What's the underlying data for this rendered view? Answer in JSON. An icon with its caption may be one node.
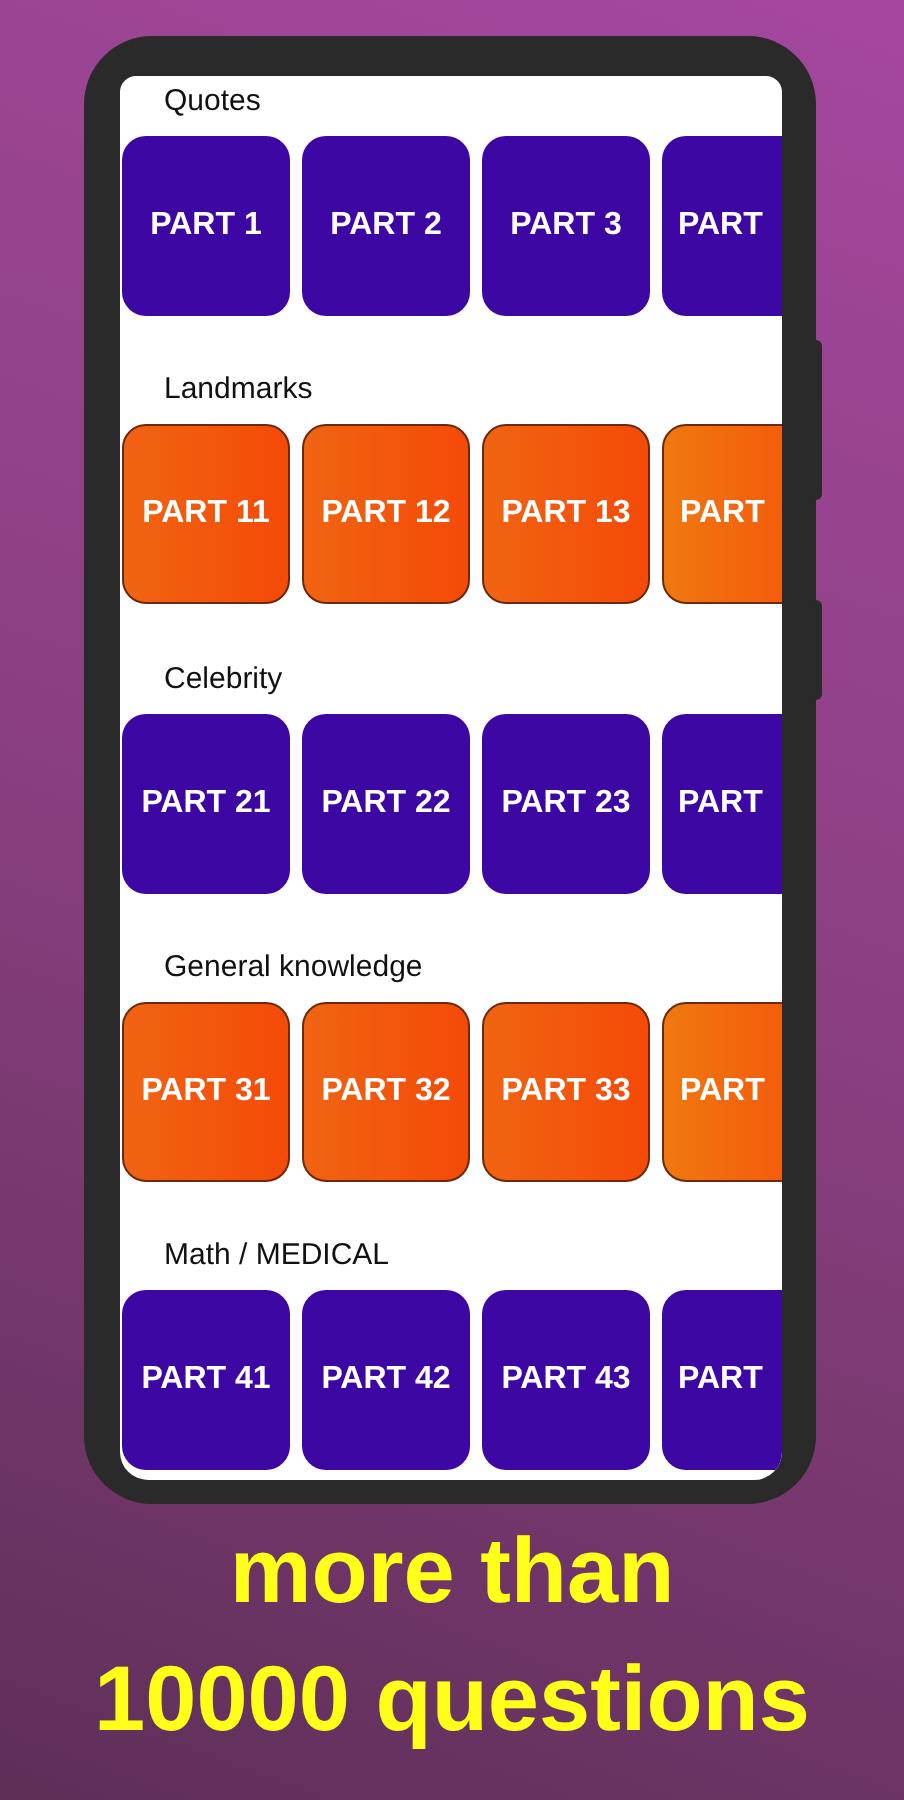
{
  "diagram": {
    "nodes": [
      {
        "text": [
          "PART 1"
        ]
      },
      {
        "text": [
          "PART 2"
        ]
      },
      {
        "text": [
          "PART 3"
        ]
      },
      {
        "text": [
          "PART"
        ]
      },
      {
        "text": [
          "PART 11"
        ]
      },
      {
        "text": [
          "PART 12"
        ]
      },
      {
        "text": [
          "PART 13"
        ]
      },
      {
        "text": [
          "PART"
        ]
      },
      {
        "text": [
          "PART 21"
        ]
      },
      {
        "text": [
          "PART 22"
        ]
      },
      {
        "text": [
          "PART 23"
        ]
      },
      {
        "text": [
          "PART"
        ]
      },
      {
        "text": [
          "PART 31"
        ]
      },
      {
        "text": [
          "PART 32"
        ]
      },
      {
        "text": [
          "PART 33"
        ]
      },
      {
        "text": [
          "PART"
        ]
      },
      {
        "text": [
          "PART 41"
        ]
      },
      {
        "text": [
          "PART 42"
        ]
      },
      {
        "text": [
          "PART 43"
        ]
      },
      {
        "text": [
          "PART"
        ]
      }
    ],
    "labels": [
      "Quotes",
      "Landmarks",
      "Celebrity",
      "General knowledge",
      "Math / MEDICAL",
      "more than",
      "10000 questions"
    ]
  }
}
